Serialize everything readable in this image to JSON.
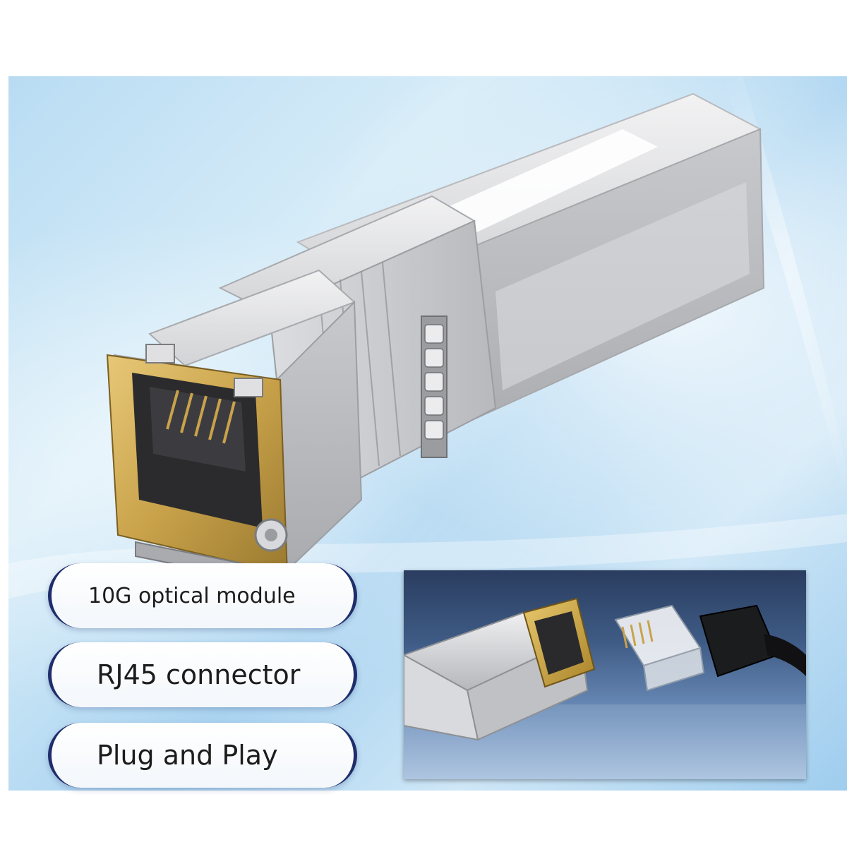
{
  "features": [
    {
      "label": "10G optical module"
    },
    {
      "label": "RJ45 connector"
    },
    {
      "label": "Plug and Play"
    }
  ],
  "colors": {
    "pill_border": "#1f2d6b",
    "background_blue": "#b9dcf3",
    "metal": "#d7d7d9",
    "gold": "#c9a24a"
  }
}
